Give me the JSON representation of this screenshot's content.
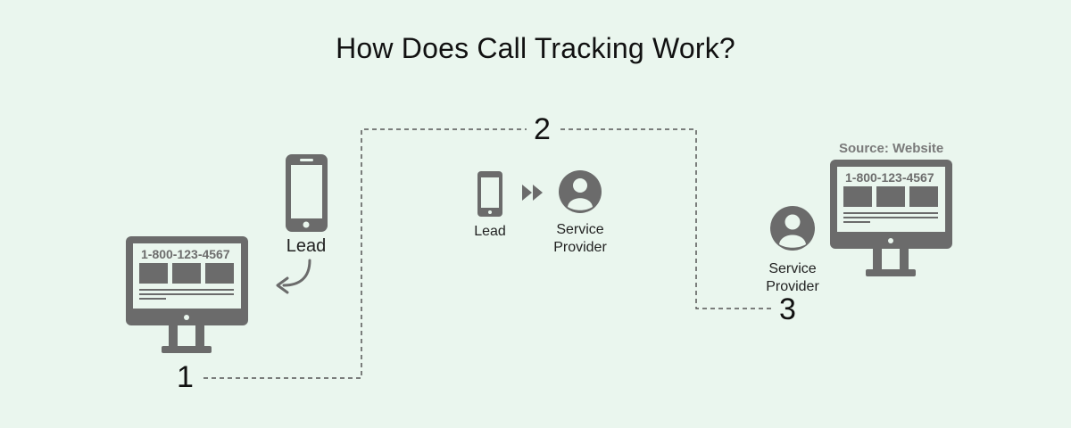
{
  "title": "How Does Call Tracking Work?",
  "steps": [
    "1",
    "2",
    "3"
  ],
  "left_monitor": {
    "phone_number": "1-800-123-4567"
  },
  "right_monitor": {
    "source": "Source: Website",
    "phone_number": "1-800-123-4567"
  },
  "lead_label_large": "Lead",
  "lead_label_small": "Lead",
  "service_provider_center": "Service Provider",
  "service_provider_right": "Service Provider",
  "colors": {
    "background": "#eaf6ee",
    "icon": "#6b6b6b",
    "text": "#111111"
  }
}
